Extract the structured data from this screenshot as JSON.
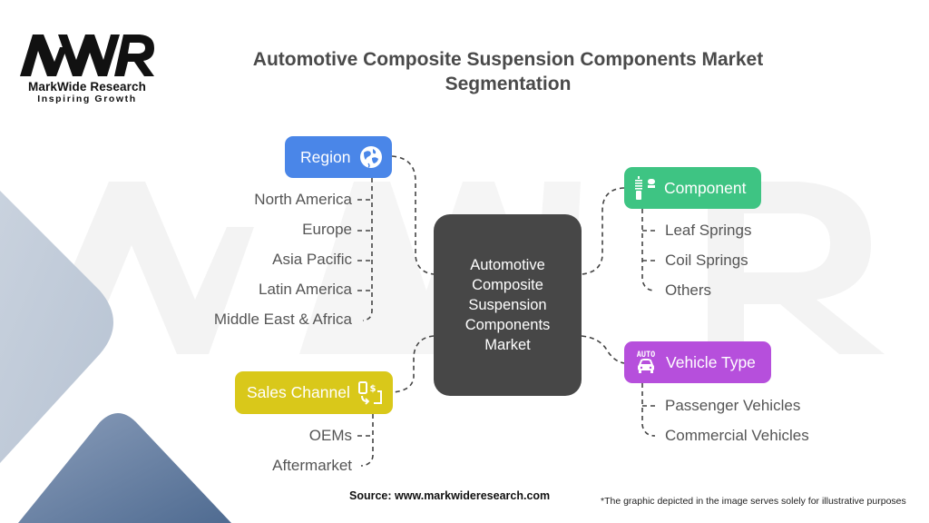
{
  "logo": {
    "mark": "MWR",
    "name": "MarkWide Research",
    "tagline": "Inspiring Growth"
  },
  "title": {
    "line1": "Automotive Composite Suspension Components Market",
    "line2": "Segmentation"
  },
  "center": {
    "lines": [
      "Automotive",
      "Composite",
      "Suspension",
      "Components",
      "Market"
    ]
  },
  "segments": {
    "region": {
      "label": "Region",
      "icon": "globe-icon",
      "color": "#4a86e8",
      "items": [
        "North America",
        "Europe",
        "Asia Pacific",
        "Latin America",
        "Middle East & Africa"
      ]
    },
    "component": {
      "label": "Component",
      "icon": "suspension-spring-icon",
      "color": "#3ec483",
      "items": [
        "Leaf Springs",
        "Coil Springs",
        "Others"
      ]
    },
    "vehicle_type": {
      "label": "Vehicle Type",
      "icon": "auto-car-icon",
      "icon_text": "AUTO",
      "color": "#b64fdc",
      "items": [
        "Passenger Vehicles",
        "Commercial Vehicles"
      ]
    },
    "sales_channel": {
      "label": "Sales Channel",
      "icon": "mobile-payment-icon",
      "color": "#d9c81a",
      "items": [
        "OEMs",
        "Aftermarket"
      ]
    }
  },
  "footer": {
    "source": "Source: www.markwideresearch.com",
    "disclaimer": "*The graphic depicted in the image serves solely for illustrative purposes"
  },
  "colors": {
    "center_box": "#474747",
    "title_text": "#4a4a4a",
    "leaf_text": "#555555",
    "connector": "#444444"
  }
}
